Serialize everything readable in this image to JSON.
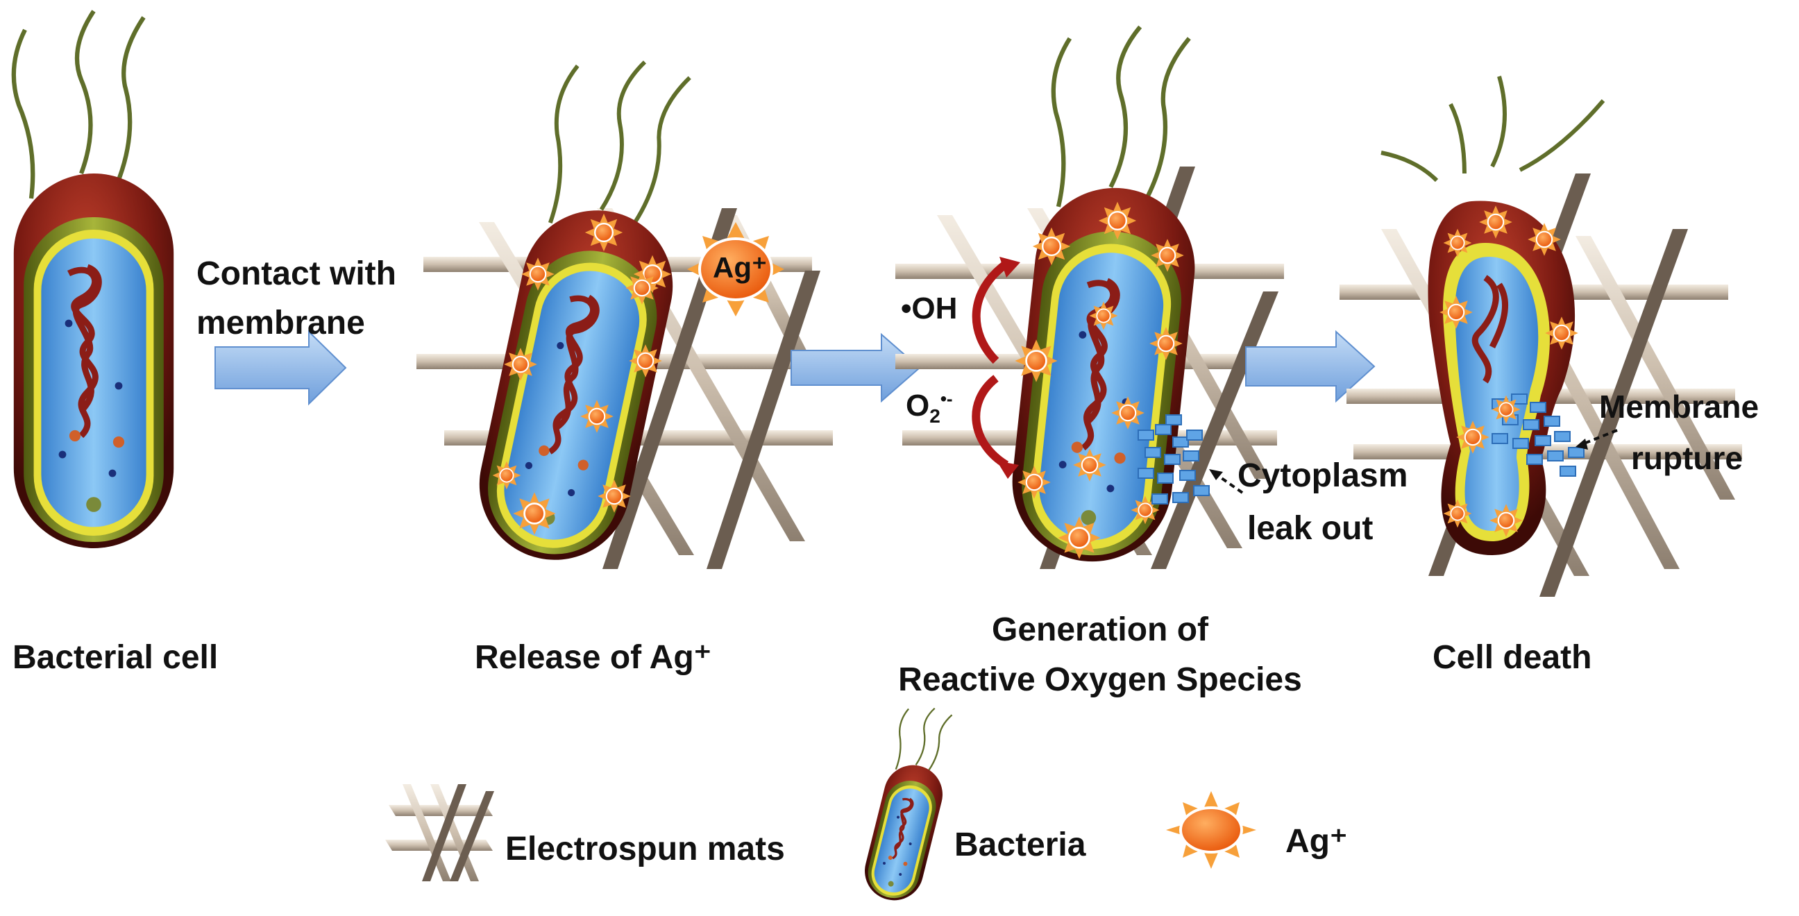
{
  "steps": {
    "bacterial_cell": "Bacterial cell",
    "release": "Release of Ag⁺",
    "generation_line1": "Generation of",
    "generation_line2": "Reactive Oxygen Species",
    "cell_death": "Cell death"
  },
  "arrows": {
    "contact_line1": "Contact with",
    "contact_line2": "membrane"
  },
  "annotations": {
    "ag_ion": "Ag⁺",
    "hydroxyl": "•OH",
    "superoxide_base": "O",
    "superoxide_sub": "2",
    "superoxide_sup": "•-",
    "cytoplasm_line1": "Cytoplasm",
    "cytoplasm_line2": "leak out",
    "membrane_line1": "Membrane",
    "membrane_line2": "rupture"
  },
  "legend": {
    "mats": "Electrospun mats",
    "bacteria": "Bacteria",
    "ag": "Ag⁺"
  },
  "colors": {
    "outer_membrane": "#7a1a12",
    "membrane_green": "#7d8a1e",
    "membrane_yellow": "#e8e23a",
    "cytoplasm_blue": "#5aa6e8",
    "fiber": "#d8cbb8",
    "ag_orange": "#f06a10",
    "arrow_blue": "#8fb8e8",
    "ros_red": "#b01818"
  }
}
